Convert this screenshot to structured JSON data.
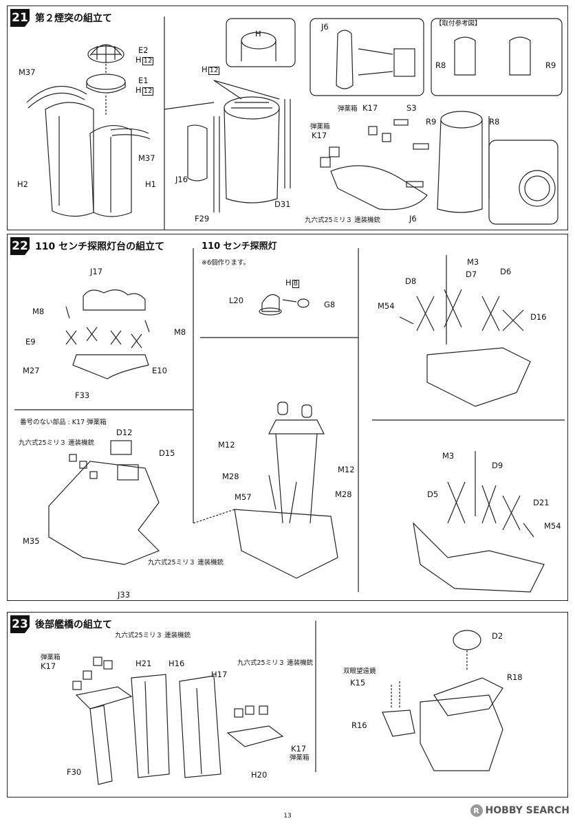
{
  "page_number": "13",
  "watermark": "HOBBY SEARCH",
  "watermark_icon": "R",
  "steps": [
    {
      "num": "21",
      "title": "第２煙突の組立て",
      "labels": {
        "e2": "E2",
        "h12a": "H",
        "h12a_box": "12",
        "m37a": "M37",
        "e1": "E1",
        "h12b": "H",
        "h12b_box": "12",
        "m37b": "M37",
        "h2": "H2",
        "h1": "H1",
        "h12c": "H",
        "h12c_box": "12",
        "j16": "J16",
        "f29": "F29",
        "d31": "D31",
        "h_cap": "H",
        "j6a": "J6",
        "torituke": "【取付参考図】",
        "r8a": "R8",
        "r9a": "R9",
        "k17a": "K17",
        "dan1": "弾薬箱",
        "s3": "S3",
        "dan2": "弾薬箱",
        "k17b": "K17",
        "r9b": "R9",
        "r8b": "R8",
        "gun": "九六式25ミリ３ 連装機銃",
        "j6b": "J6"
      }
    },
    {
      "num": "22",
      "title": "110 センチ探照灯台の組立て",
      "sub_title": "110 センチ探照灯",
      "note": "※6個作ります。",
      "labels": {
        "j17": "J17",
        "m8a": "M8",
        "m8b": "M8",
        "e9": "E9",
        "m27": "M27",
        "e10": "E10",
        "f33": "F33",
        "h8": "H",
        "h8_box": "8",
        "l20": "L20",
        "g8": "G8",
        "m3a": "M3",
        "d8": "D8",
        "d7": "D7",
        "d6": "D6",
        "m54a": "M54",
        "d16": "D16",
        "unnumbered": "番号のない部品 : K17 弾薬箱",
        "d12": "D12",
        "gun_a": "九六式25ミリ３ 連装機銃",
        "d15": "D15",
        "m35": "M35",
        "gun_b": "九六式25ミリ３ 連装機銃",
        "j33": "J33",
        "m12a": "M12",
        "m12b": "M12",
        "m28a": "M28",
        "m57": "M57",
        "m28b": "M28",
        "m3b": "M3",
        "d9": "D9",
        "d5": "D5",
        "d21": "D21",
        "m54b": "M54"
      }
    },
    {
      "num": "23",
      "title": "後部艦橋の組立て",
      "labels": {
        "gun_a": "九六式25ミリ３ 連装機銃",
        "dan_a": "弾薬箱",
        "k17a": "K17",
        "h21": "H21",
        "h16": "H16",
        "h17": "H17",
        "gun_b": "九六式25ミリ３ 連装機銃",
        "f30": "F30",
        "k17b": "K17",
        "dan_b": "弾薬箱",
        "h20": "H20",
        "d2": "D2",
        "sougan": "双眼望遠鏡",
        "k15": "K15",
        "r18": "R18",
        "r16": "R16"
      }
    }
  ]
}
